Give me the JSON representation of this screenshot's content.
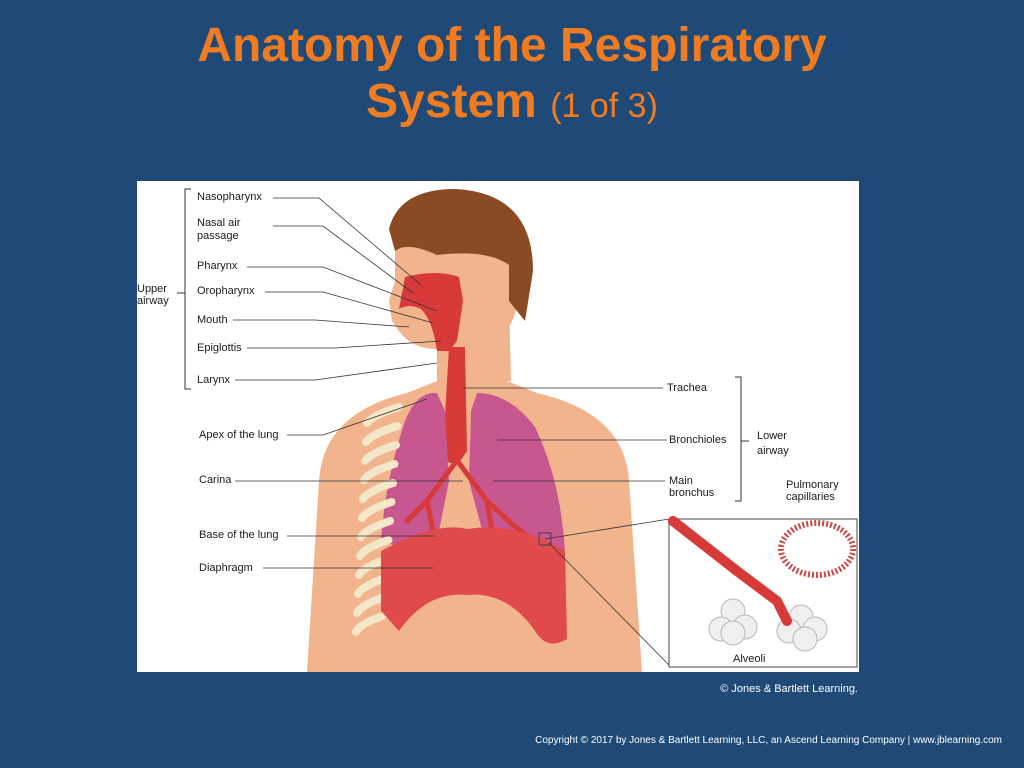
{
  "slide": {
    "title_main": "Anatomy of the Respiratory",
    "title_line2": "System",
    "title_suffix": "(1 of 3)"
  },
  "diagram": {
    "labels": {
      "nasopharynx": "Nasopharynx",
      "nasal_air_passage_1": "Nasal air",
      "nasal_air_passage_2": "passage",
      "pharynx": "Pharynx",
      "oropharynx": "Oropharynx",
      "mouth": "Mouth",
      "epiglottis": "Epiglottis",
      "larynx": "Larynx",
      "upper_airway_1": "Upper",
      "upper_airway_2": "airway",
      "apex_of_lung": "Apex of the lung",
      "carina": "Carina",
      "base_of_lung": "Base of the lung",
      "diaphragm": "Diaphragm",
      "trachea": "Trachea",
      "bronchioles": "Bronchioles",
      "main_bronchus_1": "Main",
      "main_bronchus_2": "bronchus",
      "lower_airway_1": "Lower",
      "lower_airway_2": "airway",
      "pulmonary_capillaries_1": "Pulmonary",
      "pulmonary_capillaries_2": "capillaries",
      "alveoli": "Alveoli"
    },
    "colors": {
      "skin": "#f2b48c",
      "hair": "#8a4a24",
      "lung": "#c8568f",
      "trachea": "#d83a3a",
      "diaphragm": "#e04a4a",
      "rib": "#f2e7c8"
    }
  },
  "footer": {
    "credit": "© Jones & Bartlett Learning.",
    "copyright": "Copyright © 2017 by Jones & Bartlett Learning, LLC, an Ascend Learning Company  |  www.jblearning.com"
  }
}
